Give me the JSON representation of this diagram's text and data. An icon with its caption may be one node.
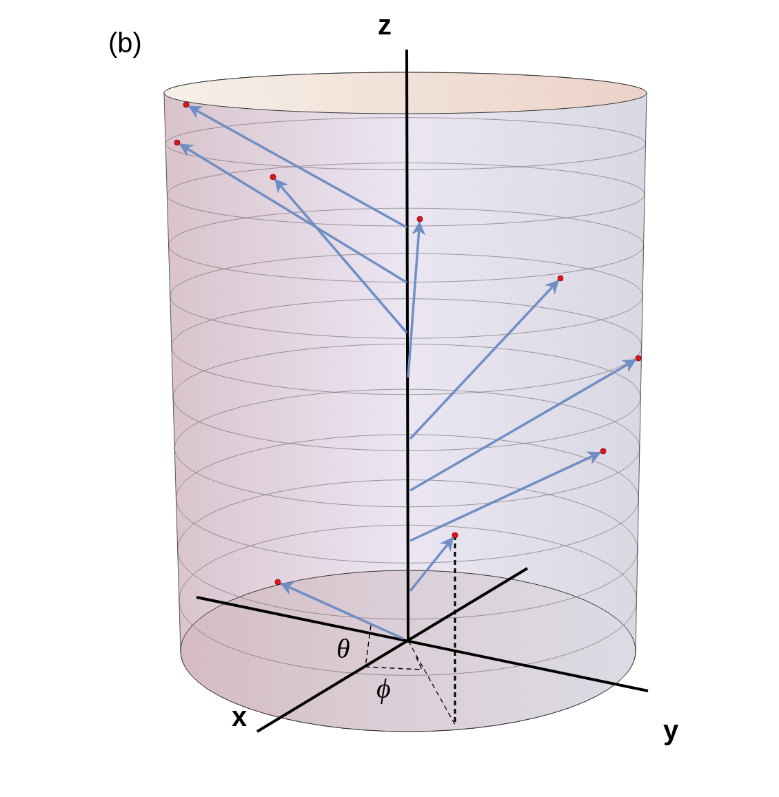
{
  "diagram": {
    "labels": [
      "(b)",
      "z",
      "x",
      "y",
      "θ",
      "ϕ"
    ]
  }
}
